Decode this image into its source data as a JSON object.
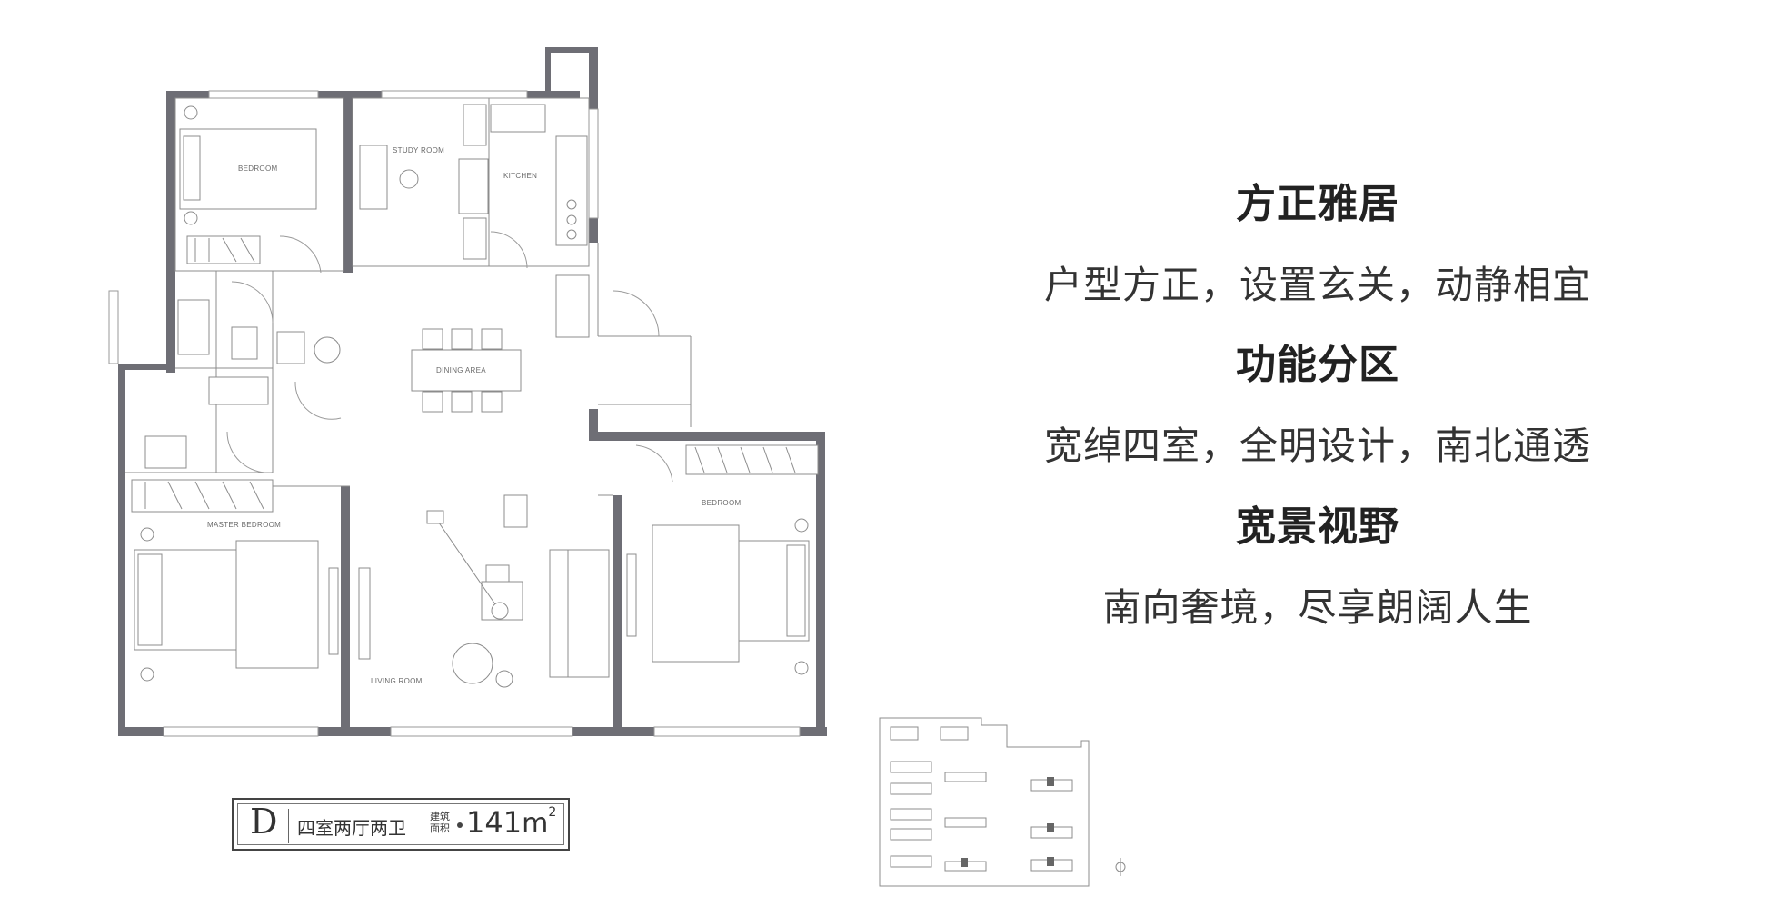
{
  "rooms": {
    "bedroom_top": "BEDROOM",
    "study": "STUDY ROOM",
    "kitchen": "KITCHEN",
    "dining": "DINING AREA",
    "master": "MASTER BEDROOM",
    "living": "LIVING ROOM",
    "bedroom_right": "BEDROOM"
  },
  "features": [
    {
      "heading": "方正雅居",
      "body": "户型方正，设置玄关，动静相宜"
    },
    {
      "heading": "功能分区",
      "body": "宽绰四室，全明设计，南北通透"
    },
    {
      "heading": "宽景视野",
      "body": "南向奢境，尽享朗阔人生"
    }
  ],
  "unit_tag": {
    "type_letter": "D",
    "layout": "四室两厅两卫",
    "area_label_line1": "建筑",
    "area_label_line2": "面积",
    "area_value": "141",
    "area_unit": "m",
    "area_unit_sup": "2"
  },
  "colors": {
    "wall": "#6e6e75",
    "line": "#8c8c8c",
    "text_dark": "#222222"
  }
}
